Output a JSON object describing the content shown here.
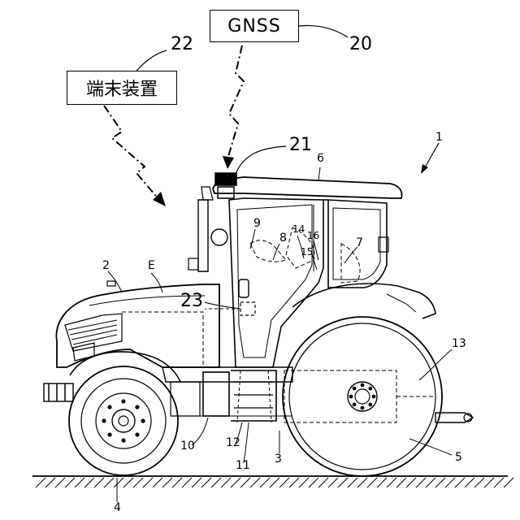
{
  "boxes": {
    "gnss": "GNSS",
    "terminal": "端末装置"
  },
  "refs": {
    "r1": "1",
    "r2": "2",
    "r3": "3",
    "r4": "4",
    "r5": "5",
    "r6": "6",
    "r7": "7",
    "r8": "8",
    "r9": "9",
    "r10": "10",
    "r11": "11",
    "r12": "12",
    "r13": "13",
    "r14": "14",
    "r15": "15",
    "r16": "16",
    "r20": "20",
    "r21": "21",
    "r22": "22",
    "r23": "23",
    "rE": "E"
  }
}
